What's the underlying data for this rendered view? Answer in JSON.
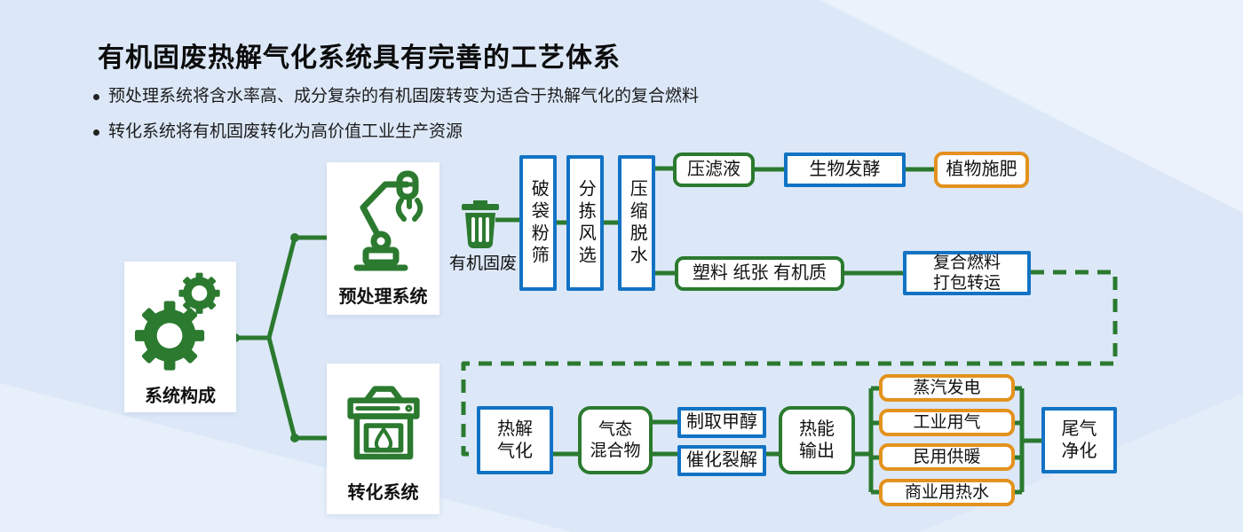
{
  "page": {
    "title": "有机固废热解气化系统具有完善的工艺体系"
  },
  "bullets": [
    {
      "text": "预处理系统将含水率高、成分复杂的有机固废转变为适合于热解气化的复合燃料"
    },
    {
      "text": "转化系统将有机固废转化为高价值工业生产资源"
    }
  ],
  "colors": {
    "green": "#2b7a2f",
    "blue": "#1273c4",
    "orange": "#e3921e",
    "bg": "#dce8f8"
  },
  "diagram": {
    "root": {
      "label": "系统构成",
      "icon": "gears-icon"
    },
    "branches": [
      {
        "label": "预处理系统",
        "icon": "robot-arm-icon"
      },
      {
        "label": "转化系统",
        "icon": "furnace-icon"
      }
    ],
    "input": {
      "label": "有机固废",
      "icon": "trash-bin-icon"
    },
    "pretreat_steps": [
      "破袋粉筛",
      "分拣风选",
      "压缩脱水"
    ],
    "filtrate_flow": {
      "press_filtrate": "压滤液",
      "bio_ferment": "生物发酵",
      "plant_fertilizer": "植物施肥"
    },
    "material_flow": {
      "materials": "塑料 纸张 有机质",
      "composite_fuel": "复合燃料\n打包转运"
    },
    "conversion_flow": {
      "pyrolysis": "热解\n气化",
      "gas_mixture": "气态\n混合物",
      "methanol": "制取甲醇",
      "catalytic": "催化裂解",
      "heat_output": "热能\n输出"
    },
    "outputs": [
      "蒸汽发电",
      "工业用气",
      "民用供暖",
      "商业用热水"
    ],
    "tail_gas": "尾气\n净化"
  }
}
